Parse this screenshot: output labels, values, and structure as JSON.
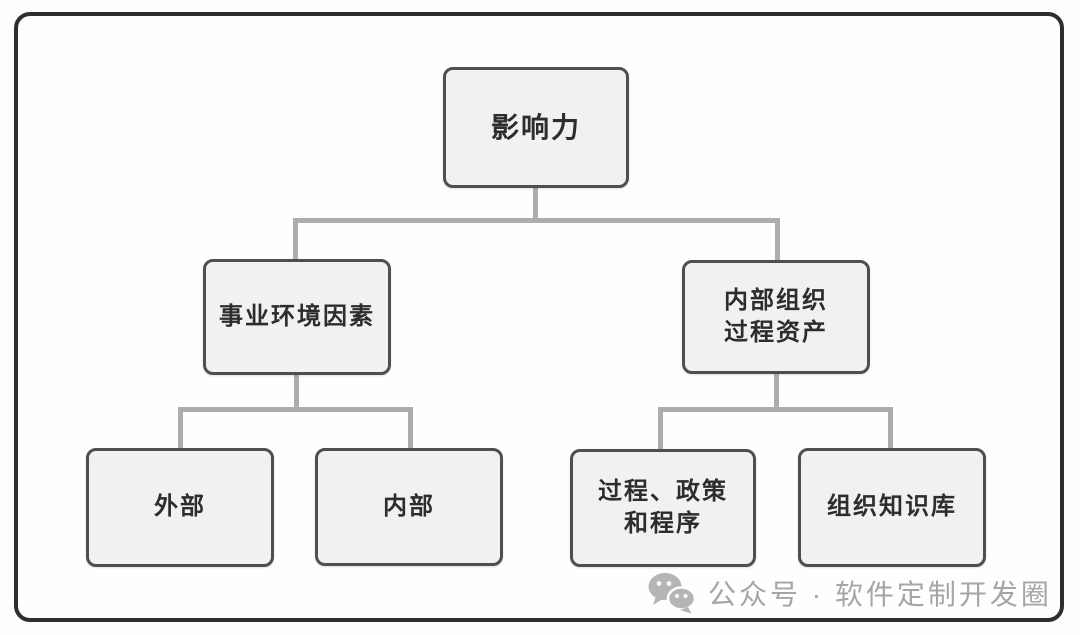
{
  "diagram": {
    "type": "tree",
    "nodes": {
      "influence": {
        "label": "影响力"
      },
      "eef": {
        "label": "事业环境因素"
      },
      "opa": {
        "lines": [
          "内部组织",
          "过程资产"
        ]
      },
      "external": {
        "label": "外部"
      },
      "internal": {
        "label": "内部"
      },
      "ppp": {
        "lines": [
          "过程、政策",
          "和程序"
        ]
      },
      "okb": {
        "label": "组织知识库"
      }
    },
    "edges": [
      [
        "influence",
        "eef"
      ],
      [
        "influence",
        "opa"
      ],
      [
        "eef",
        "external"
      ],
      [
        "eef",
        "internal"
      ],
      [
        "opa",
        "ppp"
      ],
      [
        "opa",
        "okb"
      ]
    ]
  },
  "watermark": {
    "icon": "wechat-icon",
    "text": "公众号 · 软件定制开发圈"
  },
  "colors": {
    "frame_border": "#2e2e2e",
    "box_fill": "#f1f1f0",
    "box_border": "#4f4f4f",
    "box_text": "#2d2d2d",
    "connector": "#adadad",
    "watermark": "#a5a5a5"
  }
}
